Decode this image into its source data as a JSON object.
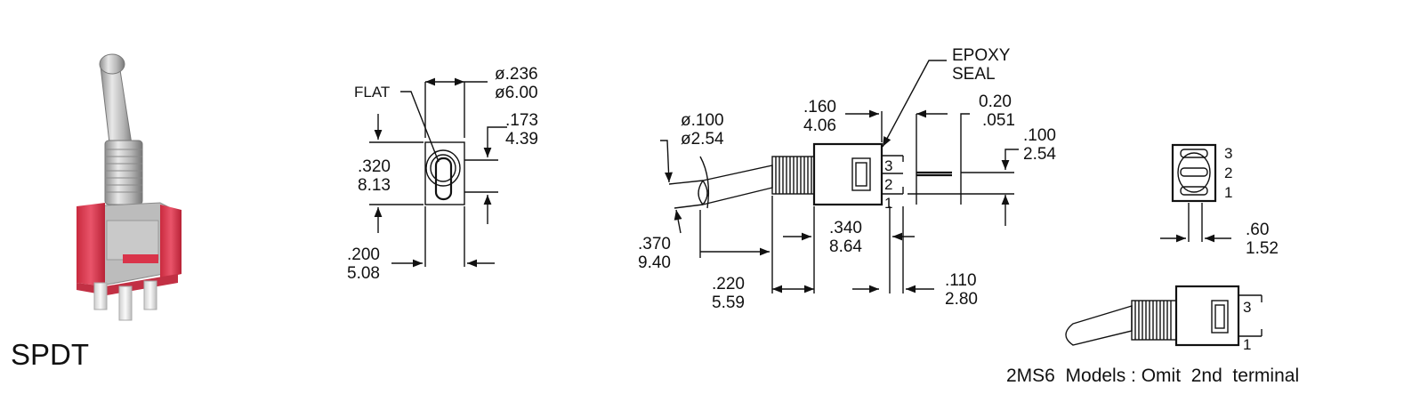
{
  "switch_type": "SPDT",
  "colors": {
    "switch_type_text": "#e0202a",
    "body_red": "#d9344a",
    "line": "#111111"
  },
  "front_view": {
    "flat_label": "FLAT",
    "dia_in": "ø.236",
    "dia_mm": "ø6.00",
    "h1_in": ".173",
    "h1_mm": "4.39",
    "h2_in": ".320",
    "h2_mm": "8.13",
    "w_in": ".200",
    "w_mm": "5.08"
  },
  "side_view": {
    "epoxy_1": "EPOXY",
    "epoxy_2": "SEAL",
    "lever_dia_in": "ø.100",
    "lever_dia_mm": "ø2.54",
    "a_in": ".160",
    "a_mm": "4.06",
    "b_in": "0.20",
    "b_mm": ".051",
    "c_in": ".100",
    "c_mm": "2.54",
    "d_in": ".370",
    "d_mm": "9.40",
    "e_in": ".340",
    "e_mm": "8.64",
    "f_in": ".220",
    "f_mm": "5.59",
    "g_in": ".110",
    "g_mm": "2.80",
    "pins": [
      "3",
      "2",
      "1"
    ]
  },
  "bottom_view": {
    "pins": [
      "3",
      "2",
      "1"
    ],
    "pitch_in": ".60",
    "pitch_mm": "1.52"
  },
  "model_view": {
    "pins": [
      "3",
      "1"
    ],
    "note": "2MS6  Models : Omit  2nd  terminal"
  }
}
